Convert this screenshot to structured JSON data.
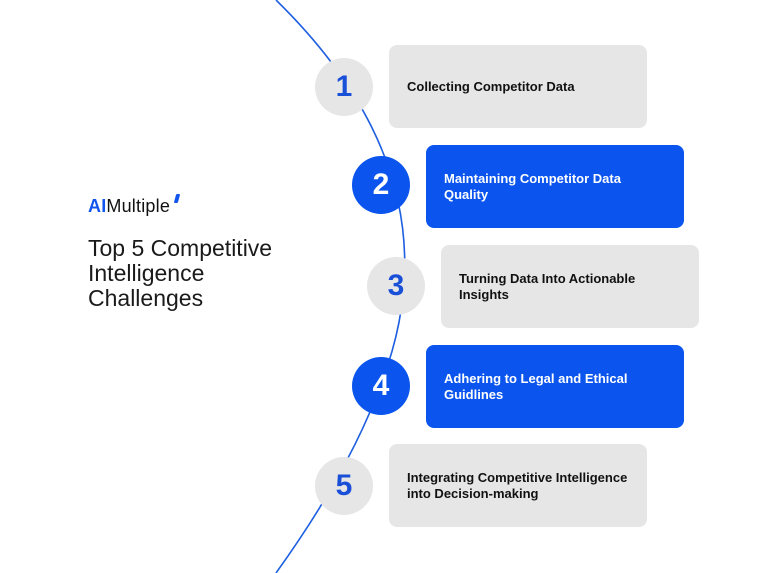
{
  "brand": {
    "prefix": "AI",
    "suffix": "Multiple"
  },
  "title": "Top 5 Competitive Intelligence Challenges",
  "colors": {
    "accent": "#0b55ee",
    "gray": "#e6e6e6",
    "line": "#1d5fe0"
  },
  "challenges": [
    {
      "number": "1",
      "label": "Collecting Competitor Data"
    },
    {
      "number": "2",
      "label": "Maintaining Competitor Data Quality"
    },
    {
      "number": "3",
      "label": "Turning Data Into Actionable Insights"
    },
    {
      "number": "4",
      "label": "Adhering to Legal and Ethical Guidlines"
    },
    {
      "number": "5",
      "label": "Integrating Competitive Intelligence into Decision-making"
    }
  ]
}
